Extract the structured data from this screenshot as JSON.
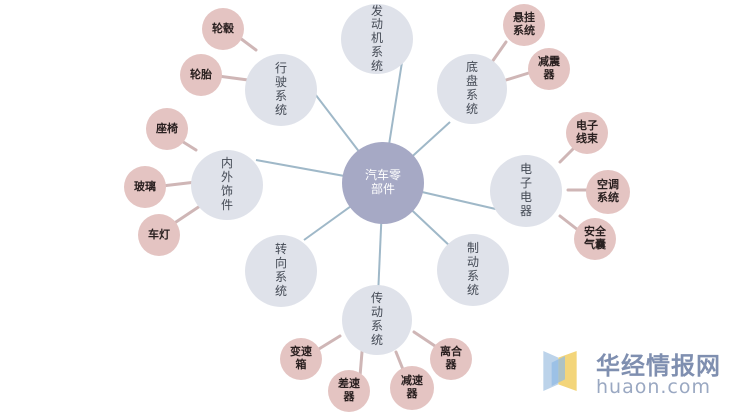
{
  "center": {
    "label": "汽车零部件"
  },
  "systems": {
    "engine": "发动机系统",
    "chassis": "底盘系统",
    "electronics": "电子电器",
    "brake": "制动系统",
    "transmission": "传动系统",
    "steering": "转向系统",
    "interior": "内外饰件",
    "driving": "行驶系统"
  },
  "parts": {
    "suspension": "悬挂系统",
    "shock_absorber": "减震器",
    "wiring_harness": "电子线束",
    "air_conditioning": "空调系统",
    "airbag": "安全气囊",
    "clutch": "离合器",
    "reducer": "减速器",
    "differential": "差速器",
    "gearbox": "变速箱",
    "seat": "座椅",
    "glass": "玻璃",
    "lamp": "车灯",
    "hub": "轮毂",
    "tire": "轮胎"
  },
  "watermark": {
    "brand_cn": "华经情报网",
    "brand_en": "huaon.com"
  },
  "colors": {
    "center": "#a6a9c5",
    "system": "#dfe2ea",
    "part": "#e4c4c2",
    "link": "#9fb8c8"
  }
}
